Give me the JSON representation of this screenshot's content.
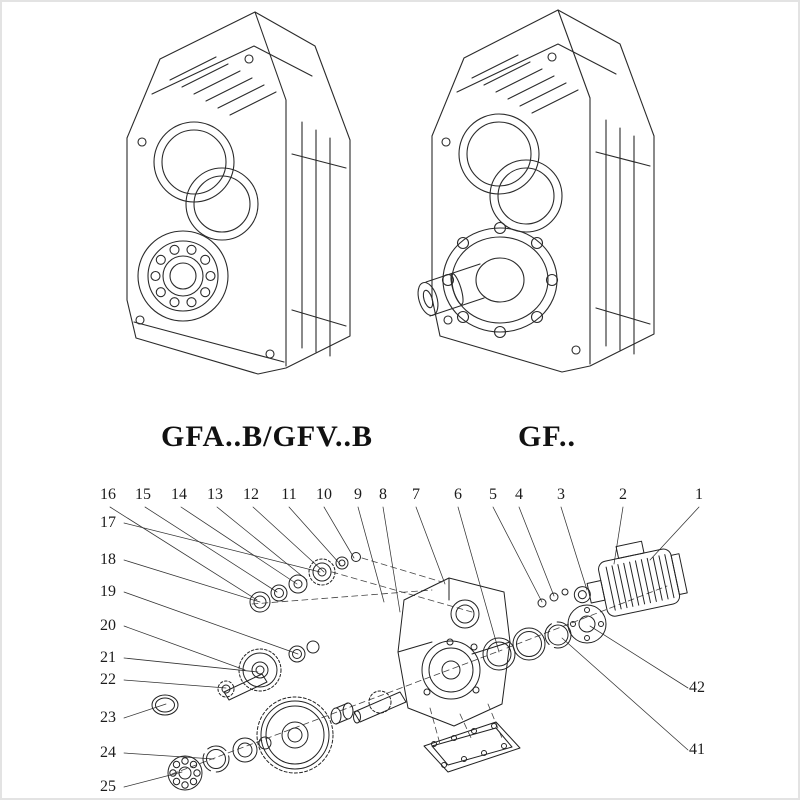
{
  "captions": {
    "left_model": "GFA..B/GFV..B",
    "right_model": "GF.."
  },
  "exploded": {
    "top_labels": [
      "16",
      "15",
      "14",
      "13",
      "12",
      "11",
      "10",
      "9",
      "8",
      "7",
      "6",
      "5",
      "4",
      "3",
      "2",
      "1"
    ],
    "left_labels": [
      "17",
      "18",
      "19",
      "20",
      "21",
      "22",
      "23",
      "24",
      "25"
    ],
    "right_labels": [
      "42",
      "41"
    ]
  }
}
